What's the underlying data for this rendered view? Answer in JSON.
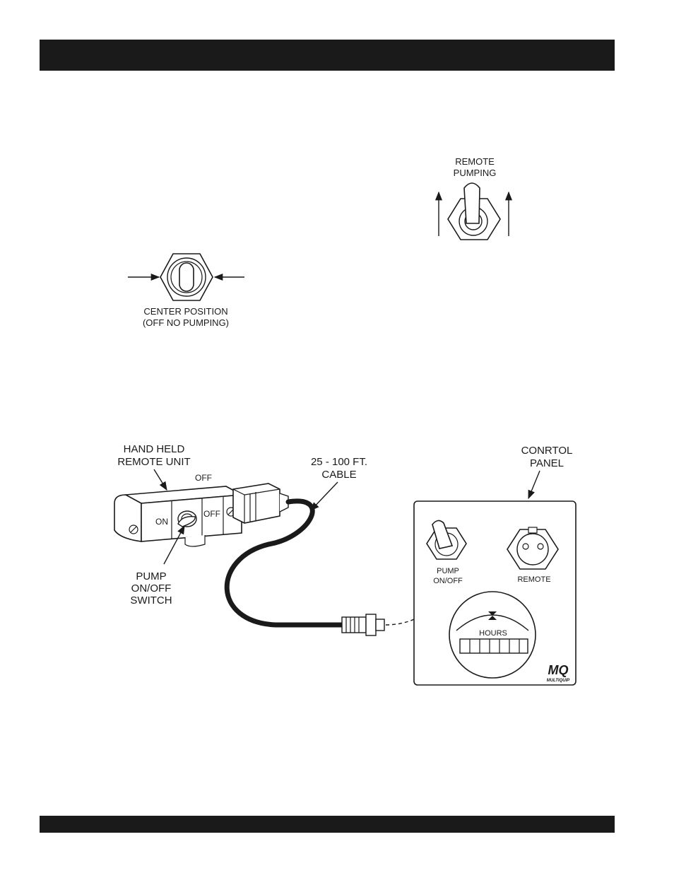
{
  "remote_pumping": {
    "line1": "REMOTE",
    "line2": "PUMPING"
  },
  "center_position": {
    "line1": "CENTER POSITION",
    "line2": "(OFF NO PUMPING)"
  },
  "remote_unit": {
    "title_line1": "HAND HELD",
    "title_line2": "REMOTE UNIT",
    "off_top": "OFF",
    "on": "ON",
    "off_side": "OFF"
  },
  "cable": {
    "line1": "25 - 100 FT.",
    "line2": "CABLE"
  },
  "pump_switch": {
    "line1": "PUMP",
    "line2": "ON/OFF",
    "line3": "SWITCH"
  },
  "control_panel": {
    "title_line1": "CONRTOL",
    "title_line2": "PANEL",
    "pump_line1": "PUMP",
    "pump_line2": "ON/OFF",
    "remote": "REMOTE",
    "hours": "HOURS",
    "logo": "MQ",
    "brand": "MULTIQUIP"
  }
}
